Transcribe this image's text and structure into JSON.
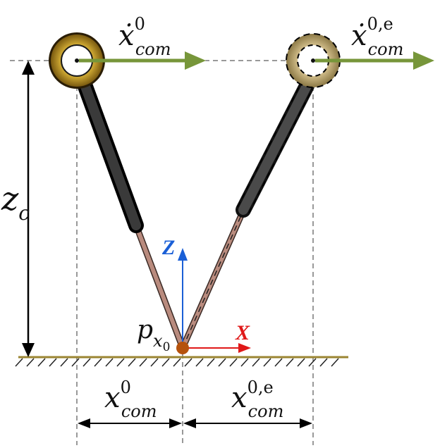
{
  "labels": {
    "velocity_base": "ẋ",
    "velocity_sup": "0",
    "velocity_sub": "com",
    "velocity_e_base": "ẋ",
    "velocity_e_sup": "0,e",
    "velocity_e_sub": "com",
    "height_base": "z",
    "height_sub": "c",
    "pivot_base": "p",
    "pivot_sub": "x",
    "pivot_subsub": "0",
    "axis_z": "Z",
    "axis_x": "X",
    "offset_base": "x",
    "offset_sup": "0",
    "offset_sub": "com",
    "offset_e_base": "x",
    "offset_e_sup": "0,e",
    "offset_e_sub": "com"
  },
  "colors": {
    "velocity_arrow": "#77963a",
    "ground": "#9b8532",
    "axis_z": "#1a5fd6",
    "axis_x": "#e01919",
    "pivot": "#b5520c",
    "leg_upper": "#2b2b2b",
    "leg_lower": "#b98b7e",
    "mass_ring": "#c8a22a",
    "mass_ring_e": "#c2ad7a"
  }
}
